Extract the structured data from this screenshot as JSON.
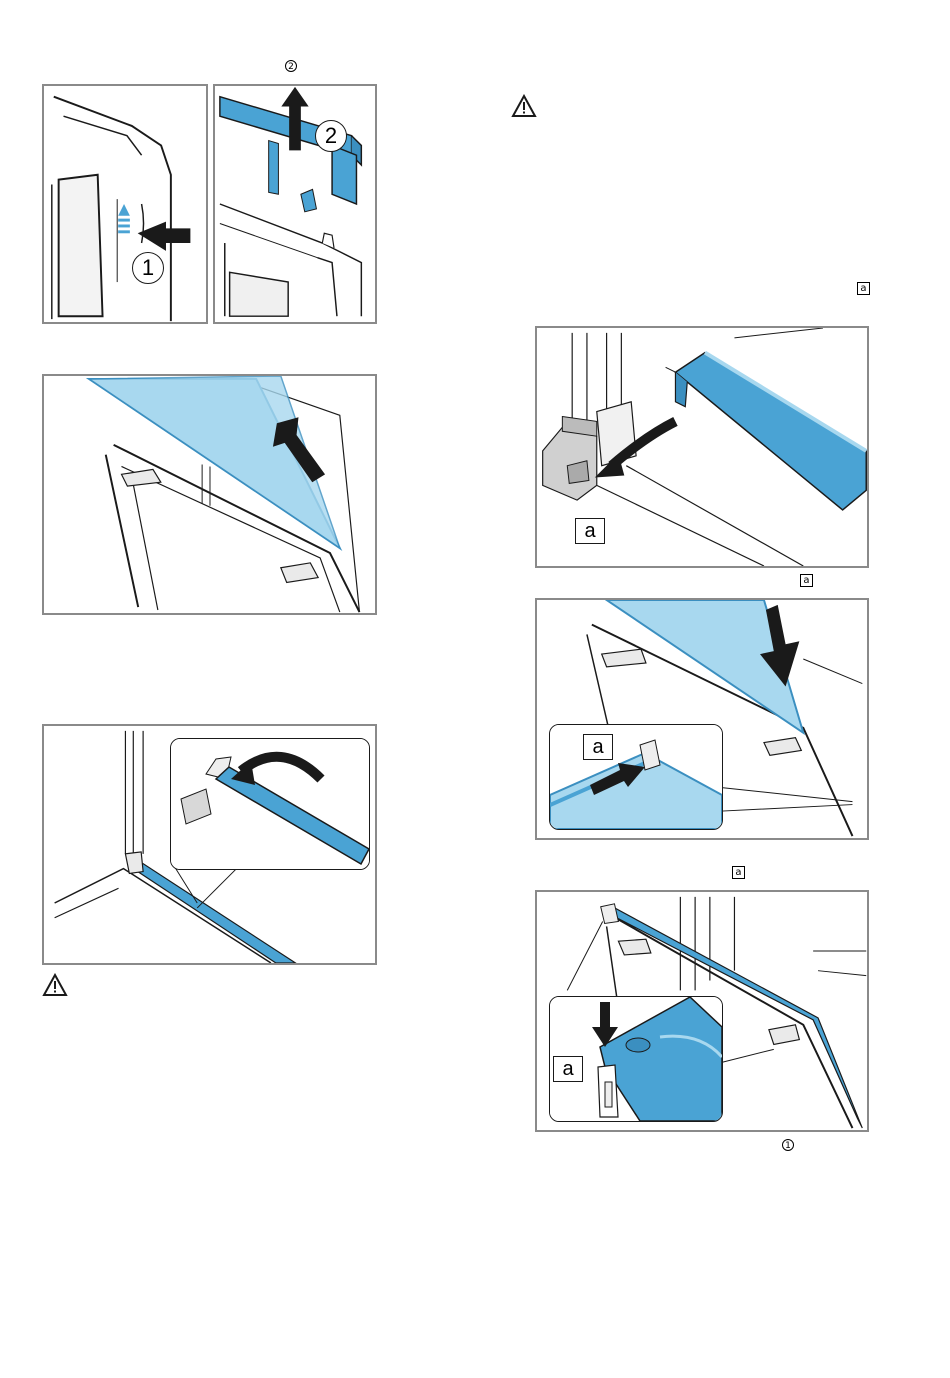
{
  "markers": {
    "step2_top": "2",
    "ref_a_1": "a",
    "ref_a_2": "a",
    "ref_a_3": "a",
    "step1_bottom": "1"
  },
  "figures": {
    "fig1_step1": "1",
    "fig1_step2": "2",
    "fig5_label": "a",
    "fig6_label": "a",
    "fig7_label": "a"
  },
  "colors": {
    "accent_blue": "#4aa3d4",
    "light_blue": "#a8d8ef",
    "line": "#1a1a1a",
    "frame": "#8a8a8a"
  },
  "icons": [
    "warning-icon",
    "warning-icon"
  ]
}
